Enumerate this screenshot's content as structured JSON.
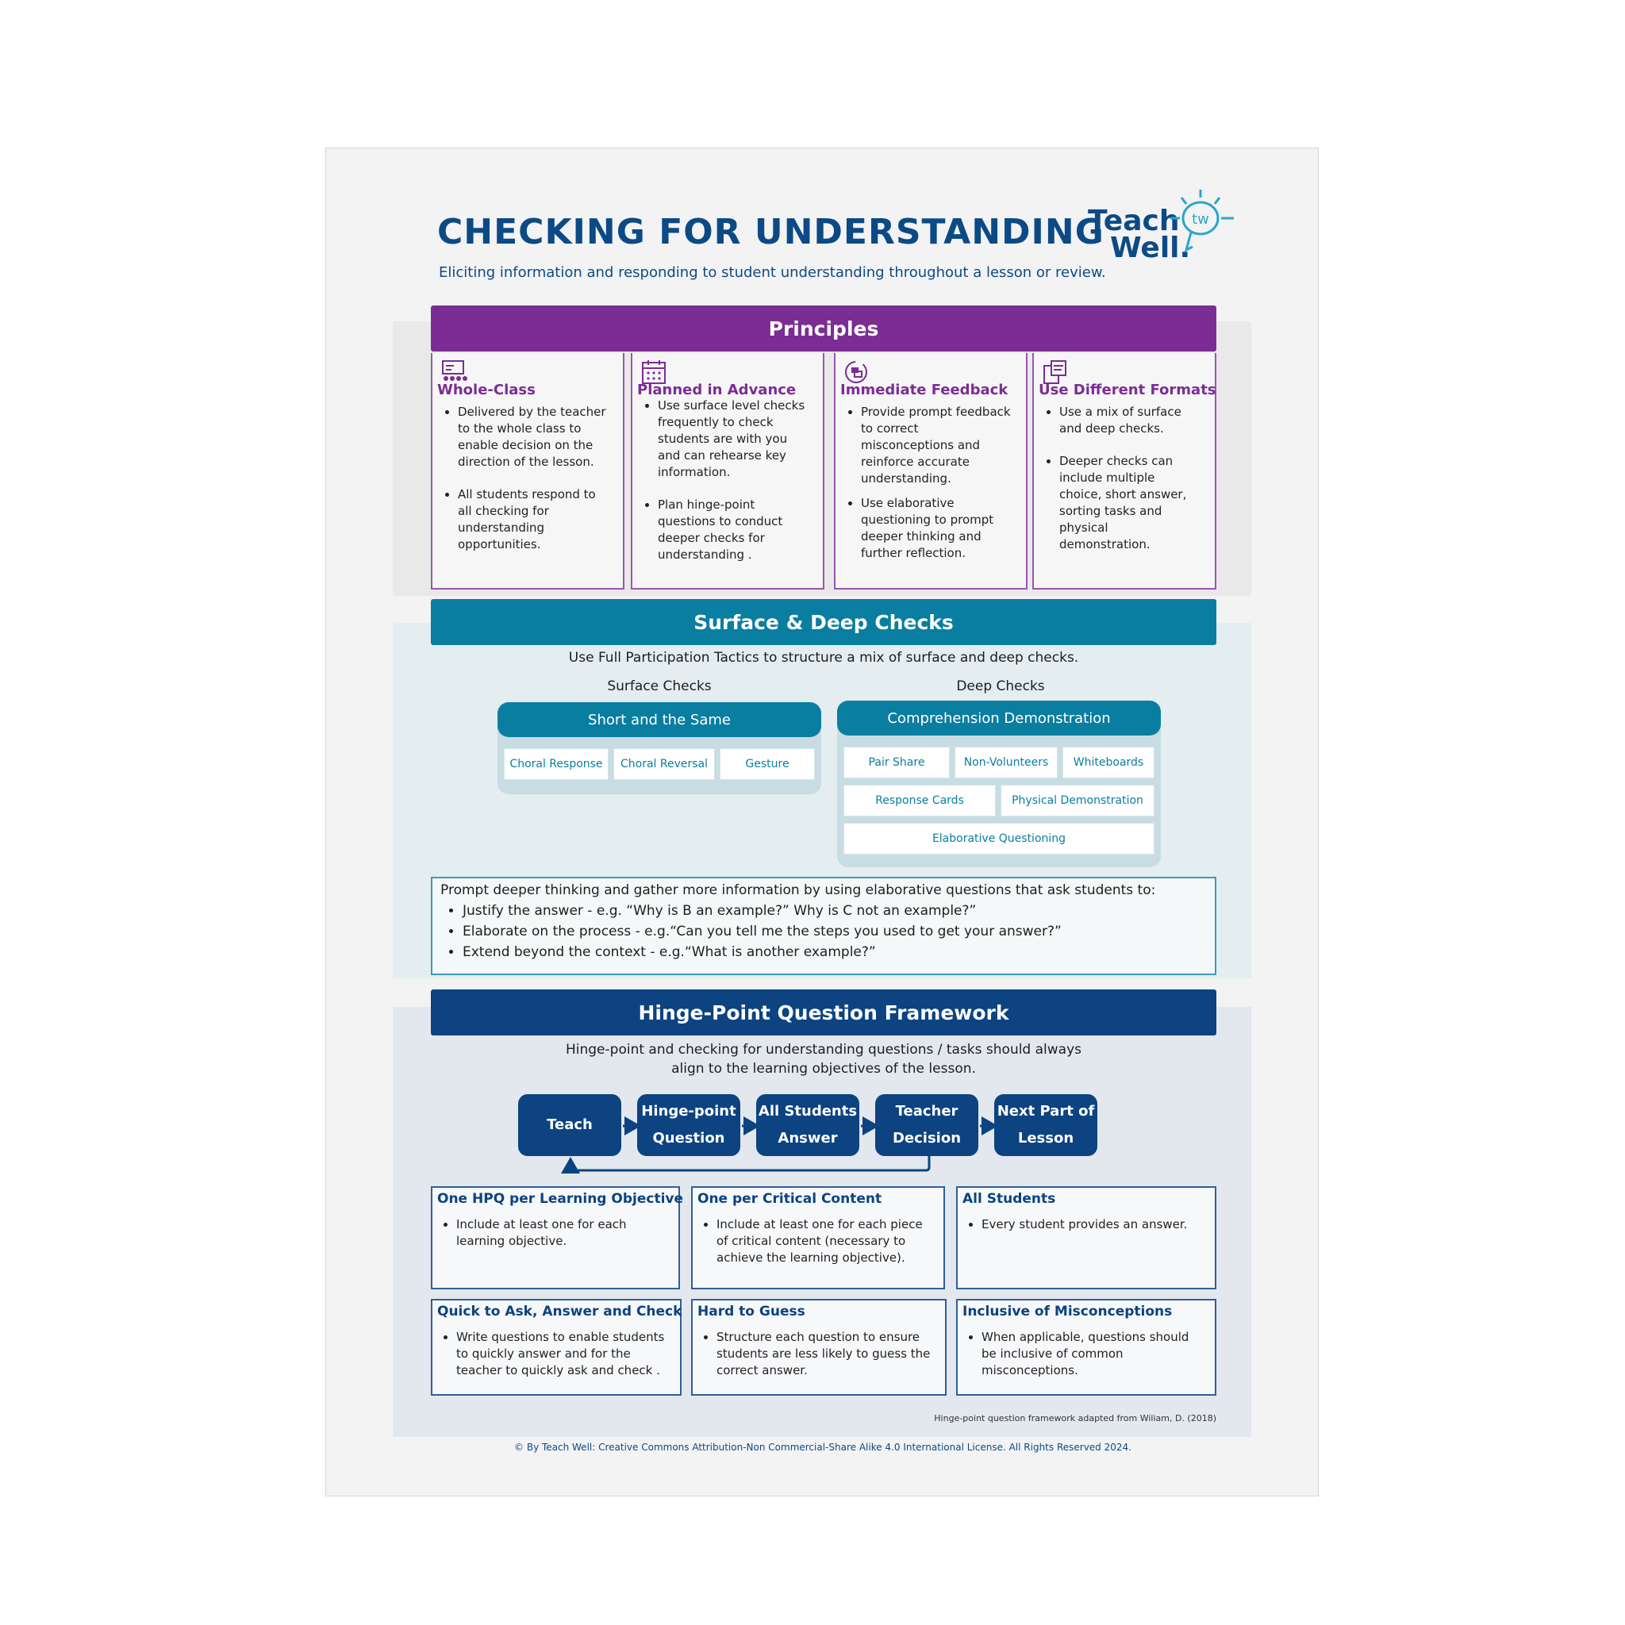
{
  "header": {
    "title": "CHECKING FOR UNDERSTANDING",
    "subtitle": "Eliciting information and responding to student understanding throughout a lesson or review.",
    "logo_line1": "Teach",
    "logo_line2": "Well.",
    "logo_badge": "tw"
  },
  "principles": {
    "heading": "Principles",
    "cards": [
      {
        "title": "Whole-Class",
        "icon": "class-icon",
        "bullets": [
          "Delivered by the teacher to the whole class to enable decision on the direction of the lesson.",
          "All students respond to all checking for understanding opportunities."
        ]
      },
      {
        "title": "Planned in Advance",
        "icon": "calendar-icon",
        "bullets": [
          "Use surface level checks frequently to check students are with you and can rehearse key information.",
          "Plan hinge-point questions to conduct deeper checks for understanding ."
        ]
      },
      {
        "title": "Immediate Feedback",
        "icon": "feedback-icon",
        "bullets": [
          "Provide prompt feedback to correct misconceptions and reinforce accurate understanding.",
          "Use elaborative questioning to prompt deeper thinking and further reflection."
        ]
      },
      {
        "title": "Use Different Formats",
        "icon": "formats-icon",
        "bullets": [
          "Use a mix of surface and deep checks.",
          "Deeper checks can include multiple choice, short answer, sorting tasks and physical demonstration."
        ]
      }
    ]
  },
  "checks": {
    "heading": "Surface & Deep Checks",
    "intro": "Use Full Participation Tactics to structure a mix of surface and deep checks.",
    "surface_label": "Surface Checks",
    "deep_label": "Deep Checks",
    "surface_head": "Short and the Same",
    "surface_items": [
      "Choral Response",
      "Choral Reversal",
      "Gesture"
    ],
    "deep_head": "Comprehension Demonstration",
    "deep_items": [
      "Pair Share",
      "Non-Volunteers",
      "Whiteboards",
      "Response Cards",
      "Physical Demonstration",
      "Elaborative Questioning"
    ],
    "prompt_intro": "Prompt deeper thinking and gather more information by using elaborative questions that ask students to:",
    "prompt_bullets": [
      "Justify the answer - e.g. “Why is B an example?” Why is C not an example?”",
      "Elaborate on the process - e.g.“Can you tell me the steps you used to get your answer?”",
      "Extend beyond the context - e.g.“What is another example?”"
    ]
  },
  "hinge": {
    "heading": "Hinge-Point Question Framework",
    "intro_line1": "Hinge-point and checking for understanding questions / tasks should always",
    "intro_line2": "align to the learning objectives of the lesson.",
    "steps": [
      [
        "Teach"
      ],
      [
        "Hinge-point",
        "Question"
      ],
      [
        "All Students",
        "Answer"
      ],
      [
        "Teacher",
        "Decision"
      ],
      [
        "Next Part of",
        "Lesson"
      ]
    ],
    "cards": [
      {
        "title": "One HPQ per Learning Objective",
        "bullet": "Include at least one for each learning objective."
      },
      {
        "title": "One per Critical Content",
        "bullet": "Include at least one for each piece of critical content (necessary to achieve the learning objective)."
      },
      {
        "title": "All Students",
        "bullet": "Every student provides an answer."
      },
      {
        "title": "Quick to Ask, Answer and Check",
        "bullet": "Write questions to enable students to quickly answer and for the teacher to quickly ask and check ."
      },
      {
        "title": "Hard to Guess",
        "bullet": "Structure each question to ensure students are less likely to guess the correct answer."
      },
      {
        "title": "Inclusive of Misconceptions",
        "bullet": "When applicable, questions should be inclusive of common misconceptions."
      }
    ],
    "attribution": "Hinge-point question framework adapted from Wiliam, D. (2018)"
  },
  "footer": "© By Teach Well: Creative Commons Attribution-Non Commercial-Share Alike 4.0 International License. All Rights Reserved 2024.",
  "colors": {
    "purple": "#7b2d93",
    "teal": "#0a7ea0",
    "navy": "#0c4380"
  }
}
